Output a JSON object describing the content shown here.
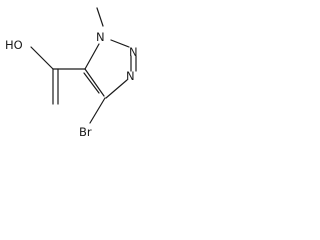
{
  "molecule": {
    "atoms": {
      "hydroxyl": "HO",
      "ring_n1": "N",
      "ring_n2": "N",
      "ring_n3": "N",
      "bromine": "Br"
    }
  }
}
